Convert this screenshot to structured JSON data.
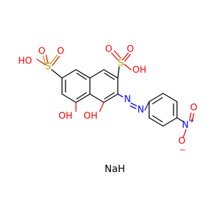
{
  "molecule": {
    "atoms": {
      "sulfonate_left": {
        "o_top_left": "O",
        "o_top_right": "O",
        "s": "S",
        "oh": "HO"
      },
      "sulfonate_right": {
        "o_top_left": "O",
        "o_top_right": "O",
        "s": "S",
        "oh": "OH"
      },
      "hydroxyl_c5": "OH",
      "hydroxyl_c4": "OH",
      "azo_n1": "N",
      "azo_n2": "N",
      "nitro_n": "N",
      "nitro_n_charge": "+",
      "nitro_o_top": "O",
      "nitro_o_bottom": "O",
      "nitro_o_charge": "−"
    },
    "counterion": "NaH"
  },
  "colors": {
    "carbon_bond": "#000000",
    "oxygen": "#ff0000",
    "nitrogen": "#0000ff",
    "sulfur": "#b2a200",
    "label_black": "#000000"
  }
}
